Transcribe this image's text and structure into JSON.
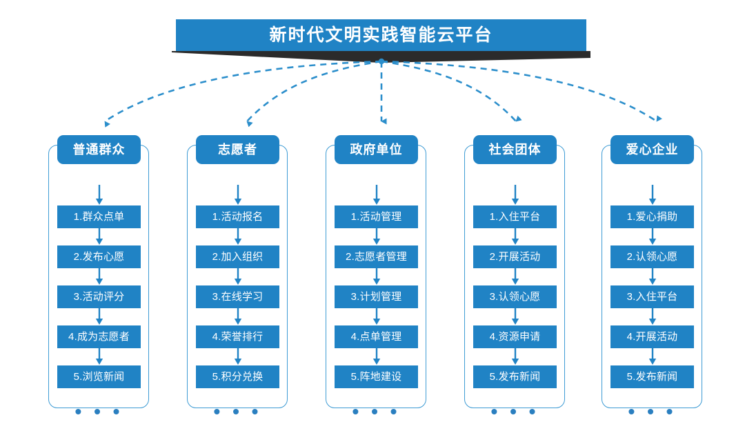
{
  "banner": {
    "title": "新时代文明实践智能云平台",
    "bg_color": "#2083c5",
    "ribbon_color": "#2b2b2b",
    "text_color": "#ffffff"
  },
  "theme": {
    "accent": "#2083c5",
    "border": "#3d9bd4",
    "connector": "#2b8ecb",
    "background": "#ffffff"
  },
  "ellipsis": "• • •",
  "columns": [
    {
      "title": "普通群众",
      "items": [
        "1.群众点单",
        "2.发布心愿",
        "3.活动评分",
        "4.成为志愿者",
        "5.浏览新闻"
      ],
      "ellipsis": "• • •"
    },
    {
      "title": "志愿者",
      "items": [
        "1.活动报名",
        "2.加入组织",
        "3.在线学习",
        "4.荣誉排行",
        "5.积分兑换"
      ],
      "ellipsis": "• • •"
    },
    {
      "title": "政府单位",
      "items": [
        "1.活动管理",
        "2.志愿者管理",
        "3.计划管理",
        "4.点单管理",
        "5.阵地建设"
      ],
      "ellipsis": "• • •"
    },
    {
      "title": "社会团体",
      "items": [
        "1.入住平台",
        "2.开展活动",
        "3.认领心愿",
        "4.资源申请",
        "5.发布新闻"
      ],
      "ellipsis": "• • •"
    },
    {
      "title": "爱心企业",
      "items": [
        "1.爱心捐助",
        "2.认领心愿",
        "3.入住平台",
        "4.开展活动",
        "5.发布新闻"
      ],
      "ellipsis": "• • •"
    }
  ]
}
